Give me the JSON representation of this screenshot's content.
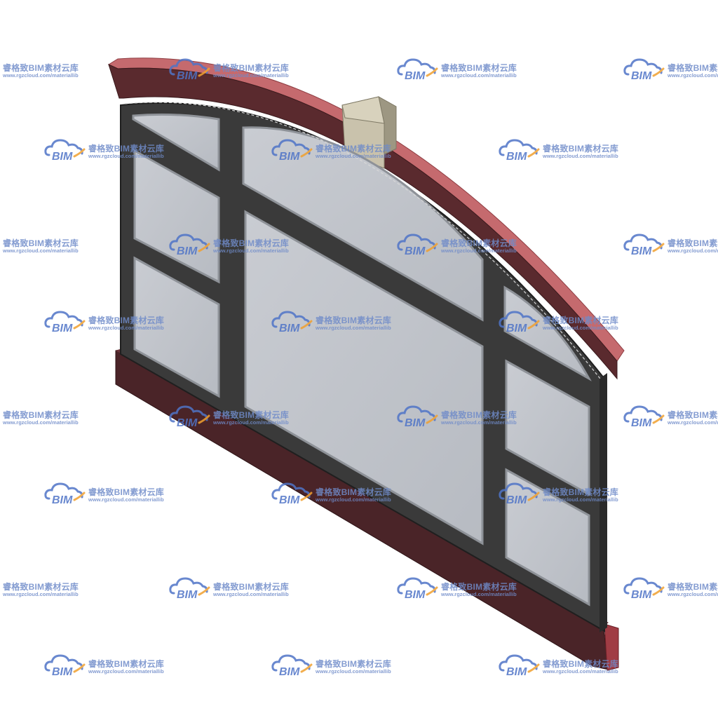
{
  "scene": {
    "subject": "window-model",
    "colors": {
      "frame": "#3a3a3a",
      "frame_edge": "#222222",
      "glass": "#c0c4cb",
      "glass_edge": "#8e9298",
      "arch_trim_top": "#c56a6e",
      "arch_trim_face": "#5a2a2e",
      "sill": "#4a2428",
      "sill_top": "#6b3339",
      "end_cap": "#a03c44",
      "keystone": "#c9c2ac",
      "keystone_side": "#9d9782"
    }
  },
  "watermark": {
    "logo_text": "BIM",
    "title": "睿格致BIM素材云库",
    "url": "www.rgzcloud.com/materiallib",
    "colors": {
      "cloud": "#4f74c7",
      "swoosh": "#f0a030",
      "text": "#6f8bc9"
    }
  }
}
